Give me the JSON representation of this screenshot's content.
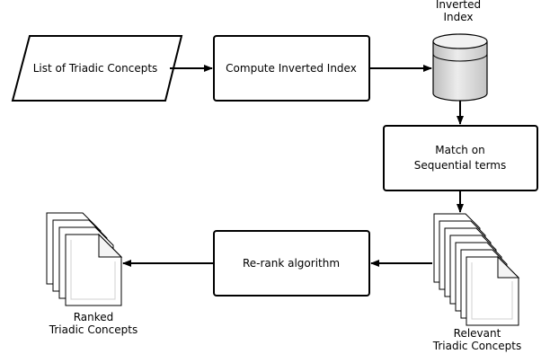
{
  "nodes": {
    "input": {
      "label": "List of Triadic Concepts"
    },
    "compute": {
      "label": "Compute Inverted Index"
    },
    "index": {
      "label_line1": "Inverted",
      "label_line2": "Index"
    },
    "match": {
      "label_line1": "Match on",
      "label_line2": "Sequential terms"
    },
    "relevant": {
      "label_line1": "Relevant",
      "label_line2": "Triadic Concepts"
    },
    "rerank": {
      "label": "Re-rank algorithm"
    },
    "ranked": {
      "label_line1": "Ranked",
      "label_line2": "Triadic Concepts"
    }
  },
  "edges": [
    {
      "from": "input",
      "to": "compute"
    },
    {
      "from": "compute",
      "to": "index"
    },
    {
      "from": "index",
      "to": "match"
    },
    {
      "from": "match",
      "to": "relevant"
    },
    {
      "from": "relevant",
      "to": "rerank"
    },
    {
      "from": "rerank",
      "to": "ranked"
    }
  ],
  "colors": {
    "stroke": "#000000",
    "fill": "#ffffff",
    "cylinder_fill": "#d9d9d9"
  }
}
